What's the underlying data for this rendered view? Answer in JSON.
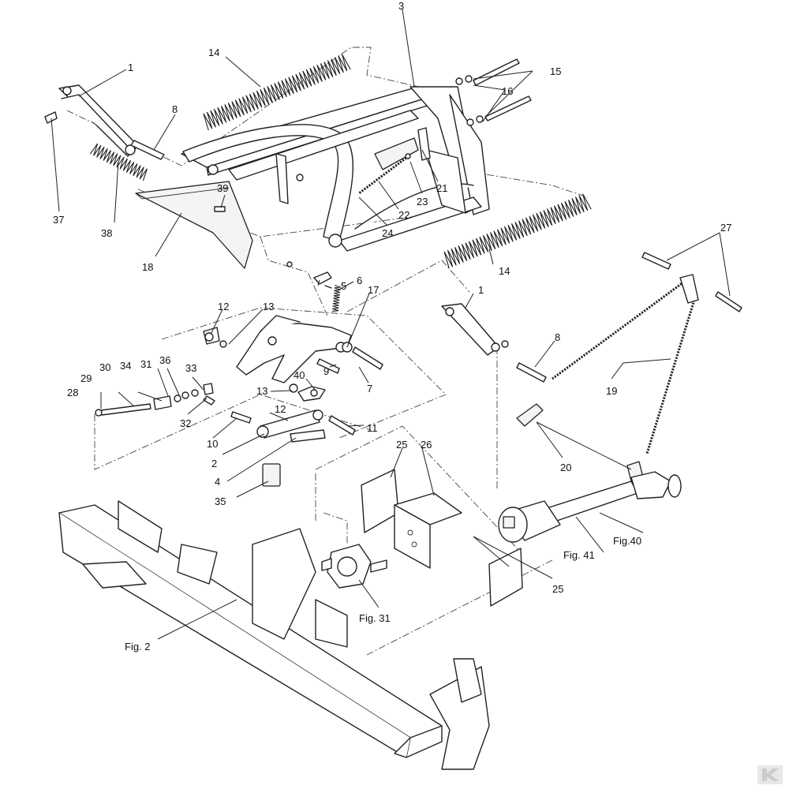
{
  "labels": {
    "l1a": "1",
    "l1b": "1",
    "l2": "2",
    "l3": "3",
    "l4": "4",
    "l5": "5",
    "l6": "6",
    "l7": "7",
    "l8a": "8",
    "l8b": "8",
    "l9": "9",
    "l10": "10",
    "l11": "11",
    "l12a": "12",
    "l12b": "12",
    "l13a": "13",
    "l13b": "13",
    "l14a": "14",
    "l14b": "14",
    "l15": "15",
    "l16": "16",
    "l17": "17",
    "l18": "18",
    "l19": "19",
    "l20": "20",
    "l21": "21",
    "l22": "22",
    "l23": "23",
    "l24": "24",
    "l25a": "25",
    "l25b": "25",
    "l26": "26",
    "l27": "27",
    "l28": "28",
    "l29": "29",
    "l30": "30",
    "l31": "31",
    "l32": "32",
    "l33": "33",
    "l34": "34",
    "l35": "35",
    "l36": "36",
    "l37": "37",
    "l38": "38",
    "l39": "39",
    "l40": "40",
    "fig2": "Fig. 2",
    "fig31": "Fig. 31",
    "fig40": "Fig.40",
    "fig41": "Fig. 41"
  },
  "colors": {
    "line": "#222222",
    "background": "#ffffff",
    "logo": "#cccccc"
  },
  "icons": {
    "corner_logo": "brand-logo-icon"
  }
}
